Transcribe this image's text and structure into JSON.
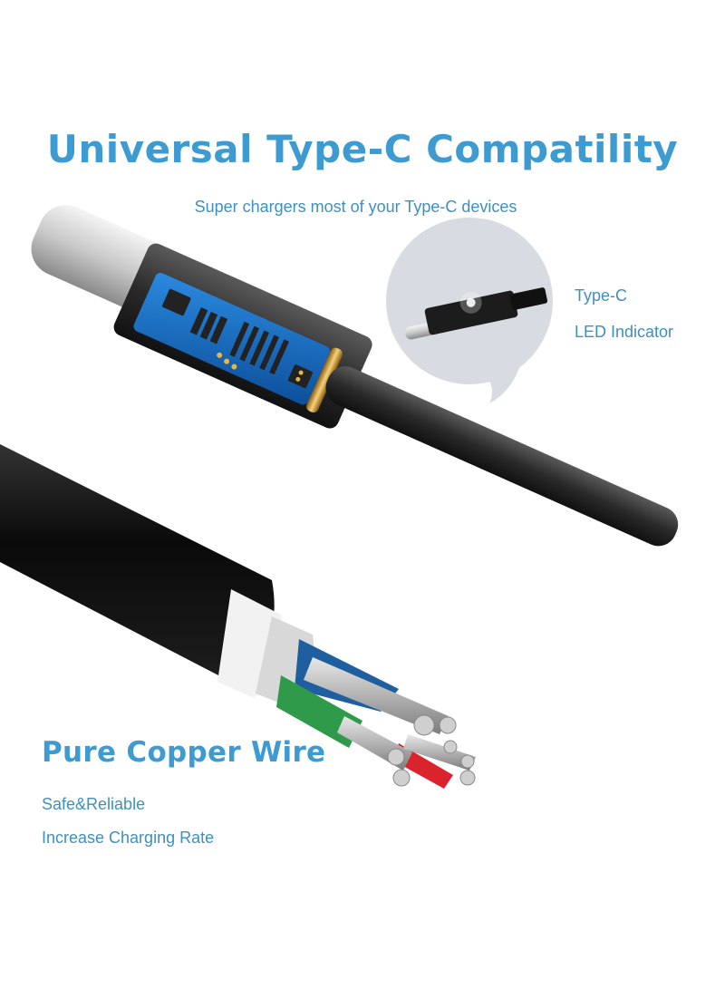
{
  "header": {
    "title": "Universal Type-C Compatility",
    "subtitle": "Super chargers most of your Type-C devices"
  },
  "callout": {
    "labels": [
      "Type-C",
      "LED Indicator"
    ]
  },
  "feature": {
    "title": "Pure Copper Wire",
    "points": [
      "Safe&Reliable",
      "Increase Charging Rate"
    ]
  },
  "colors": {
    "accent": "#3d9bd1",
    "text_blue": "#3f8fbf",
    "bubble_bg": "#d9dbe2",
    "cable_black": "#151515",
    "pcb_blue": "#1a6fc2",
    "wire_blue": "#1f5fa0",
    "wire_green": "#2e9a4a",
    "wire_red": "#d9242d"
  }
}
